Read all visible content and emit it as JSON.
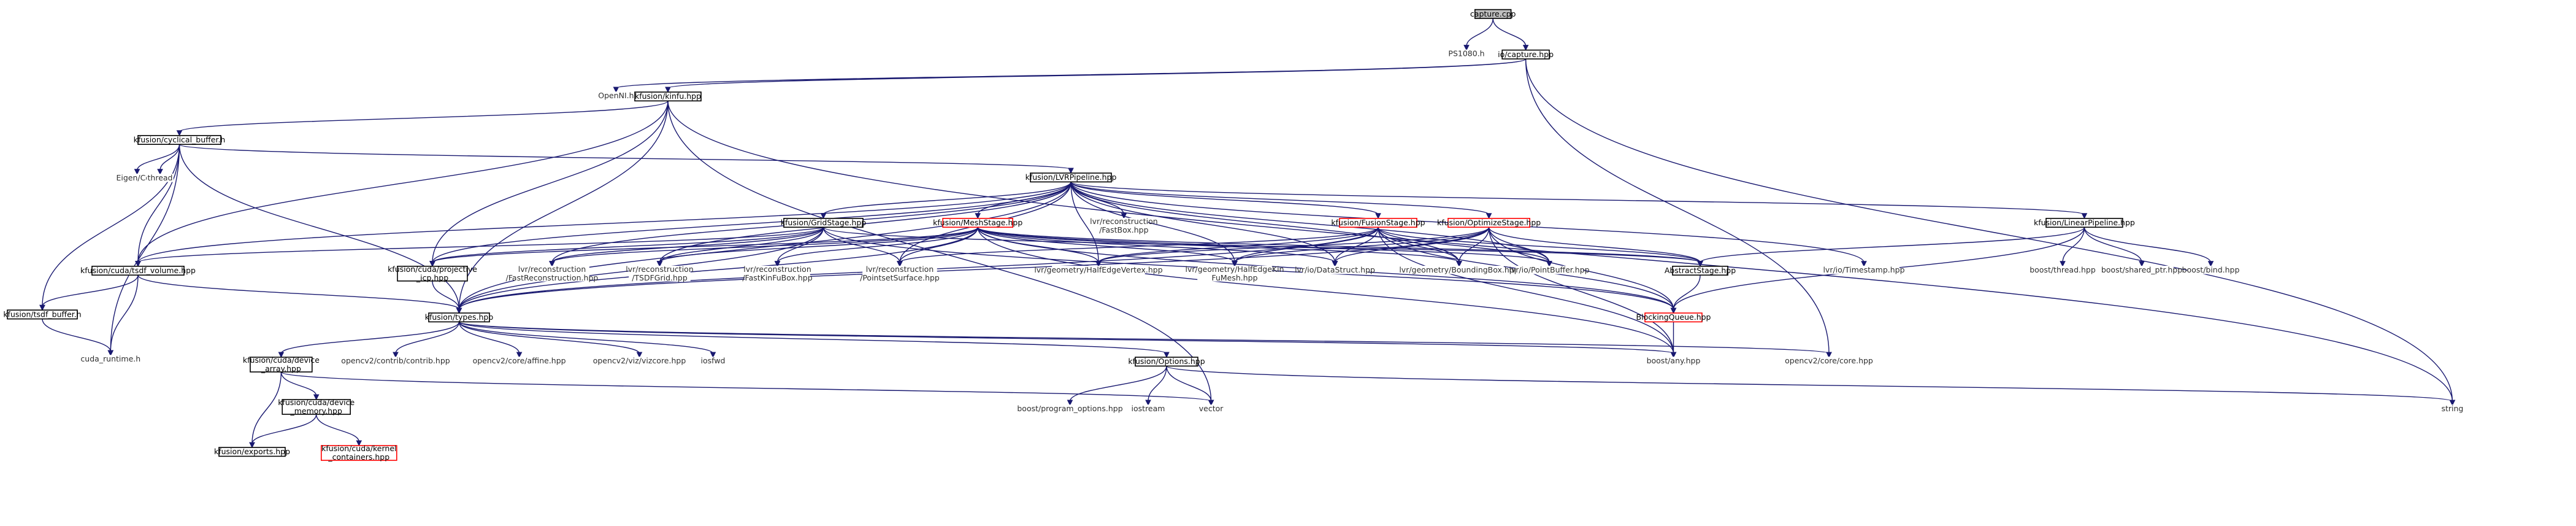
{
  "colors": {
    "edge": "#191970",
    "current_fill": "#bfbfbf",
    "box_stroke": "#000000",
    "missing_stroke": "#ff0000",
    "system_stroke": "#ffffff"
  },
  "nodes": [
    {
      "id": "capture_cpp",
      "kind": "current",
      "lines": [
        "capture.cpp"
      ]
    },
    {
      "id": "ps1080_h",
      "kind": "system",
      "lines": [
        "PS1080.h"
      ]
    },
    {
      "id": "io_capture_hpp",
      "kind": "file",
      "lines": [
        "io/capture.hpp"
      ]
    },
    {
      "id": "openni_h",
      "kind": "system",
      "lines": [
        "OpenNI.h"
      ]
    },
    {
      "id": "kinfu_hpp",
      "kind": "file",
      "lines": [
        "kfusion/kinfu.hpp"
      ]
    },
    {
      "id": "cyclical_buffer_hpp",
      "kind": "file",
      "lines": [
        "kfusion/cyclical_buffer.h"
      ]
    },
    {
      "id": "eigen_core",
      "kind": "system",
      "lines": [
        "Eigen/Core"
      ]
    },
    {
      "id": "thread",
      "kind": "system",
      "lines": [
        "thread"
      ]
    },
    {
      "id": "lvr_pipeline_hpp",
      "kind": "file",
      "lines": [
        "kfusion/LVRPipeline.hpp"
      ]
    },
    {
      "id": "grid_stage_hpp",
      "kind": "file",
      "lines": [
        "kfusion/GridStage.hpp"
      ]
    },
    {
      "id": "mesh_stage_hpp",
      "kind": "missing",
      "lines": [
        "kfusion/MeshStage.hpp"
      ]
    },
    {
      "id": "fastbox_hpp",
      "kind": "system",
      "lines": [
        "lvr/reconstruction",
        "/FastBox.hpp"
      ]
    },
    {
      "id": "fusion_stage_hpp",
      "kind": "missing",
      "lines": [
        "kfusion/FusionStage.hpp"
      ]
    },
    {
      "id": "optimize_stage_hpp",
      "kind": "missing",
      "lines": [
        "kfusion/OptimizeStage.hpp"
      ]
    },
    {
      "id": "linear_pipeline_hpp",
      "kind": "file",
      "lines": [
        "kfusion/LinearPipeline.hpp"
      ]
    },
    {
      "id": "tsdf_volume_hpp",
      "kind": "file",
      "lines": [
        "kfusion/cuda/tsdf_volume.hpp"
      ]
    },
    {
      "id": "cuda_projective_icp_hpp",
      "kind": "file",
      "lines": [
        "kfusion/cuda/projective",
        "_icp.hpp"
      ]
    },
    {
      "id": "fast_reconstruction_hpp",
      "kind": "system",
      "lines": [
        "lvr/reconstruction",
        "/FastReconstruction.hpp"
      ]
    },
    {
      "id": "tsdf_grid_hpp",
      "kind": "system",
      "lines": [
        "lvr/reconstruction",
        "/TSDFGrid.hpp"
      ]
    },
    {
      "id": "fast_kinfu_box_hpp",
      "kind": "system",
      "lines": [
        "lvr/reconstruction",
        "/FastKinFuBox.hpp"
      ]
    },
    {
      "id": "pointset_surface_hpp",
      "kind": "system",
      "lines": [
        "lvr/reconstruction",
        "/PointsetSurface.hpp"
      ]
    },
    {
      "id": "half_edge_vertex_hpp",
      "kind": "system",
      "lines": [
        "lvr/geometry/HalfEdgeVertex.hpp"
      ]
    },
    {
      "id": "half_edge_kinfu_mesh_hpp",
      "kind": "system",
      "lines": [
        "lvr/geometry/HalfEdgeKin",
        "FuMesh.hpp"
      ]
    },
    {
      "id": "datastruct_hpp",
      "kind": "system",
      "lines": [
        "lvr/io/DataStruct.hpp"
      ]
    },
    {
      "id": "bounding_box_hpp",
      "kind": "system",
      "lines": [
        "lvr/geometry/BoundingBox.hpp"
      ]
    },
    {
      "id": "point_buffer_hpp",
      "kind": "system",
      "lines": [
        "lvr/io/PointBuffer.hpp"
      ]
    },
    {
      "id": "abstract_stage_hpp",
      "kind": "file",
      "lines": [
        "AbstractStage.hpp"
      ]
    },
    {
      "id": "timestamp_hpp",
      "kind": "system",
      "lines": [
        "lvr/io/Timestamp.hpp"
      ]
    },
    {
      "id": "boost_thread_hpp",
      "kind": "system",
      "lines": [
        "boost/thread.hpp"
      ]
    },
    {
      "id": "boost_shared_ptr_hpp",
      "kind": "system",
      "lines": [
        "boost/shared_ptr.hpp"
      ]
    },
    {
      "id": "boost_bind_hpp",
      "kind": "system",
      "lines": [
        "boost/bind.hpp"
      ]
    },
    {
      "id": "tsdf_buffer_h",
      "kind": "file",
      "lines": [
        "kfusion/tsdf_buffer.h"
      ]
    },
    {
      "id": "cuda_runtime_h",
      "kind": "system",
      "lines": [
        "cuda_runtime.h"
      ]
    },
    {
      "id": "types_hpp",
      "kind": "file",
      "lines": [
        "kfusion/types.hpp"
      ]
    },
    {
      "id": "blocking_queue_hpp",
      "kind": "missing",
      "lines": [
        "BlockingQueue.hpp"
      ]
    },
    {
      "id": "device_array_hpp",
      "kind": "file",
      "lines": [
        "kfusion/cuda/device",
        "_array.hpp"
      ]
    },
    {
      "id": "opencv2_contrib_hpp",
      "kind": "system",
      "lines": [
        "opencv2/contrib/contrib.hpp"
      ]
    },
    {
      "id": "opencv2_affine_hpp",
      "kind": "system",
      "lines": [
        "opencv2/core/affine.hpp"
      ]
    },
    {
      "id": "opencv2_vizcore_hpp",
      "kind": "system",
      "lines": [
        "opencv2/viz/vizcore.hpp"
      ]
    },
    {
      "id": "iosfwd",
      "kind": "system",
      "lines": [
        "iosfwd"
      ]
    },
    {
      "id": "options_hpp",
      "kind": "file",
      "lines": [
        "kfusion/Options.hpp"
      ]
    },
    {
      "id": "boost_any_hpp",
      "kind": "system",
      "lines": [
        "boost/any.hpp"
      ]
    },
    {
      "id": "opencv2_core_hpp",
      "kind": "system",
      "lines": [
        "opencv2/core/core.hpp"
      ]
    },
    {
      "id": "device_memory_hpp",
      "kind": "file",
      "lines": [
        "kfusion/cuda/device",
        "_memory.hpp"
      ]
    },
    {
      "id": "boost_program_options_hpp",
      "kind": "system",
      "lines": [
        "boost/program_options.hpp"
      ]
    },
    {
      "id": "iostream",
      "kind": "system",
      "lines": [
        "iostream"
      ]
    },
    {
      "id": "vector",
      "kind": "system",
      "lines": [
        "vector"
      ]
    },
    {
      "id": "string",
      "kind": "system",
      "lines": [
        "string"
      ]
    },
    {
      "id": "exports_hpp",
      "kind": "file",
      "lines": [
        "kfusion/exports.hpp"
      ]
    },
    {
      "id": "kernel_containers_hpp",
      "kind": "missing",
      "lines": [
        "kfusion/cuda/kernel",
        "_containers.hpp"
      ]
    }
  ],
  "edges": [
    [
      "capture_cpp",
      "ps1080_h"
    ],
    [
      "capture_cpp",
      "io_capture_hpp"
    ],
    [
      "io_capture_hpp",
      "openni_h"
    ],
    [
      "io_capture_hpp",
      "kinfu_hpp"
    ],
    [
      "io_capture_hpp",
      "opencv2_core_hpp"
    ],
    [
      "io_capture_hpp",
      "string"
    ],
    [
      "kinfu_hpp",
      "cyclical_buffer_hpp"
    ],
    [
      "kinfu_hpp",
      "tsdf_volume_hpp"
    ],
    [
      "kinfu_hpp",
      "cuda_projective_icp_hpp"
    ],
    [
      "kinfu_hpp",
      "types_hpp"
    ],
    [
      "kinfu_hpp",
      "vector"
    ],
    [
      "kinfu_hpp",
      "string"
    ],
    [
      "cyclical_buffer_hpp",
      "eigen_core"
    ],
    [
      "cyclical_buffer_hpp",
      "thread"
    ],
    [
      "cyclical_buffer_hpp",
      "lvr_pipeline_hpp"
    ],
    [
      "cyclical_buffer_hpp",
      "tsdf_volume_hpp"
    ],
    [
      "cyclical_buffer_hpp",
      "tsdf_buffer_h"
    ],
    [
      "cyclical_buffer_hpp",
      "cuda_runtime_h"
    ],
    [
      "cyclical_buffer_hpp",
      "types_hpp"
    ],
    [
      "lvr_pipeline_hpp",
      "grid_stage_hpp"
    ],
    [
      "lvr_pipeline_hpp",
      "mesh_stage_hpp"
    ],
    [
      "lvr_pipeline_hpp",
      "fastbox_hpp"
    ],
    [
      "lvr_pipeline_hpp",
      "fusion_stage_hpp"
    ],
    [
      "lvr_pipeline_hpp",
      "optimize_stage_hpp"
    ],
    [
      "lvr_pipeline_hpp",
      "linear_pipeline_hpp"
    ],
    [
      "lvr_pipeline_hpp",
      "tsdf_volume_hpp"
    ],
    [
      "lvr_pipeline_hpp",
      "cuda_projective_icp_hpp"
    ],
    [
      "lvr_pipeline_hpp",
      "fast_reconstruction_hpp"
    ],
    [
      "lvr_pipeline_hpp",
      "tsdf_grid_hpp"
    ],
    [
      "lvr_pipeline_hpp",
      "pointset_surface_hpp"
    ],
    [
      "lvr_pipeline_hpp",
      "half_edge_vertex_hpp"
    ],
    [
      "lvr_pipeline_hpp",
      "half_edge_kinfu_mesh_hpp"
    ],
    [
      "lvr_pipeline_hpp",
      "datastruct_hpp"
    ],
    [
      "lvr_pipeline_hpp",
      "bounding_box_hpp"
    ],
    [
      "lvr_pipeline_hpp",
      "point_buffer_hpp"
    ],
    [
      "lvr_pipeline_hpp",
      "timestamp_hpp"
    ],
    [
      "lvr_pipeline_hpp",
      "types_hpp"
    ],
    [
      "grid_stage_hpp",
      "tsdf_volume_hpp"
    ],
    [
      "grid_stage_hpp",
      "cuda_projective_icp_hpp"
    ],
    [
      "grid_stage_hpp",
      "fast_reconstruction_hpp"
    ],
    [
      "grid_stage_hpp",
      "tsdf_grid_hpp"
    ],
    [
      "grid_stage_hpp",
      "fast_kinfu_box_hpp"
    ],
    [
      "grid_stage_hpp",
      "pointset_surface_hpp"
    ],
    [
      "grid_stage_hpp",
      "abstract_stage_hpp"
    ],
    [
      "grid_stage_hpp",
      "blocking_queue_hpp"
    ],
    [
      "grid_stage_hpp",
      "types_hpp"
    ],
    [
      "mesh_stage_hpp",
      "fast_reconstruction_hpp"
    ],
    [
      "mesh_stage_hpp",
      "tsdf_grid_hpp"
    ],
    [
      "mesh_stage_hpp",
      "fast_kinfu_box_hpp"
    ],
    [
      "mesh_stage_hpp",
      "pointset_surface_hpp"
    ],
    [
      "mesh_stage_hpp",
      "half_edge_vertex_hpp"
    ],
    [
      "mesh_stage_hpp",
      "half_edge_kinfu_mesh_hpp"
    ],
    [
      "mesh_stage_hpp",
      "datastruct_hpp"
    ],
    [
      "mesh_stage_hpp",
      "bounding_box_hpp"
    ],
    [
      "mesh_stage_hpp",
      "point_buffer_hpp"
    ],
    [
      "mesh_stage_hpp",
      "abstract_stage_hpp"
    ],
    [
      "mesh_stage_hpp",
      "blocking_queue_hpp"
    ],
    [
      "mesh_stage_hpp",
      "boost_any_hpp"
    ],
    [
      "mesh_stage_hpp",
      "types_hpp"
    ],
    [
      "mesh_stage_hpp",
      "cuda_projective_icp_hpp"
    ],
    [
      "fusion_stage_hpp",
      "half_edge_vertex_hpp"
    ],
    [
      "fusion_stage_hpp",
      "half_edge_kinfu_mesh_hpp"
    ],
    [
      "fusion_stage_hpp",
      "datastruct_hpp"
    ],
    [
      "fusion_stage_hpp",
      "bounding_box_hpp"
    ],
    [
      "fusion_stage_hpp",
      "point_buffer_hpp"
    ],
    [
      "fusion_stage_hpp",
      "abstract_stage_hpp"
    ],
    [
      "fusion_stage_hpp",
      "blocking_queue_hpp"
    ],
    [
      "fusion_stage_hpp",
      "boost_any_hpp"
    ],
    [
      "fusion_stage_hpp",
      "types_hpp"
    ],
    [
      "fusion_stage_hpp",
      "pointset_surface_hpp"
    ],
    [
      "optimize_stage_hpp",
      "half_edge_vertex_hpp"
    ],
    [
      "optimize_stage_hpp",
      "half_edge_kinfu_mesh_hpp"
    ],
    [
      "optimize_stage_hpp",
      "datastruct_hpp"
    ],
    [
      "optimize_stage_hpp",
      "bounding_box_hpp"
    ],
    [
      "optimize_stage_hpp",
      "point_buffer_hpp"
    ],
    [
      "optimize_stage_hpp",
      "abstract_stage_hpp"
    ],
    [
      "optimize_stage_hpp",
      "blocking_queue_hpp"
    ],
    [
      "optimize_stage_hpp",
      "boost_any_hpp"
    ],
    [
      "optimize_stage_hpp",
      "types_hpp"
    ],
    [
      "linear_pipeline_hpp",
      "abstract_stage_hpp"
    ],
    [
      "linear_pipeline_hpp",
      "boost_thread_hpp"
    ],
    [
      "linear_pipeline_hpp",
      "boost_shared_ptr_hpp"
    ],
    [
      "linear_pipeline_hpp",
      "boost_bind_hpp"
    ],
    [
      "linear_pipeline_hpp",
      "blocking_queue_hpp"
    ],
    [
      "tsdf_volume_hpp",
      "tsdf_buffer_h"
    ],
    [
      "tsdf_volume_hpp",
      "cuda_runtime_h"
    ],
    [
      "tsdf_volume_hpp",
      "types_hpp"
    ],
    [
      "tsdf_buffer_h",
      "cuda_runtime_h"
    ],
    [
      "cuda_projective_icp_hpp",
      "types_hpp"
    ],
    [
      "abstract_stage_hpp",
      "blocking_queue_hpp"
    ],
    [
      "blocking_queue_hpp",
      "boost_any_hpp"
    ],
    [
      "types_hpp",
      "device_array_hpp"
    ],
    [
      "types_hpp",
      "opencv2_contrib_hpp"
    ],
    [
      "types_hpp",
      "opencv2_affine_hpp"
    ],
    [
      "types_hpp",
      "opencv2_vizcore_hpp"
    ],
    [
      "types_hpp",
      "iosfwd"
    ],
    [
      "types_hpp",
      "options_hpp"
    ],
    [
      "types_hpp",
      "boost_any_hpp"
    ],
    [
      "types_hpp",
      "opencv2_core_hpp"
    ],
    [
      "device_array_hpp",
      "device_memory_hpp"
    ],
    [
      "device_array_hpp",
      "exports_hpp"
    ],
    [
      "device_array_hpp",
      "vector"
    ],
    [
      "device_memory_hpp",
      "exports_hpp"
    ],
    [
      "device_memory_hpp",
      "kernel_containers_hpp"
    ],
    [
      "options_hpp",
      "boost_program_options_hpp"
    ],
    [
      "options_hpp",
      "iostream"
    ],
    [
      "options_hpp",
      "vector"
    ],
    [
      "options_hpp",
      "string"
    ]
  ]
}
